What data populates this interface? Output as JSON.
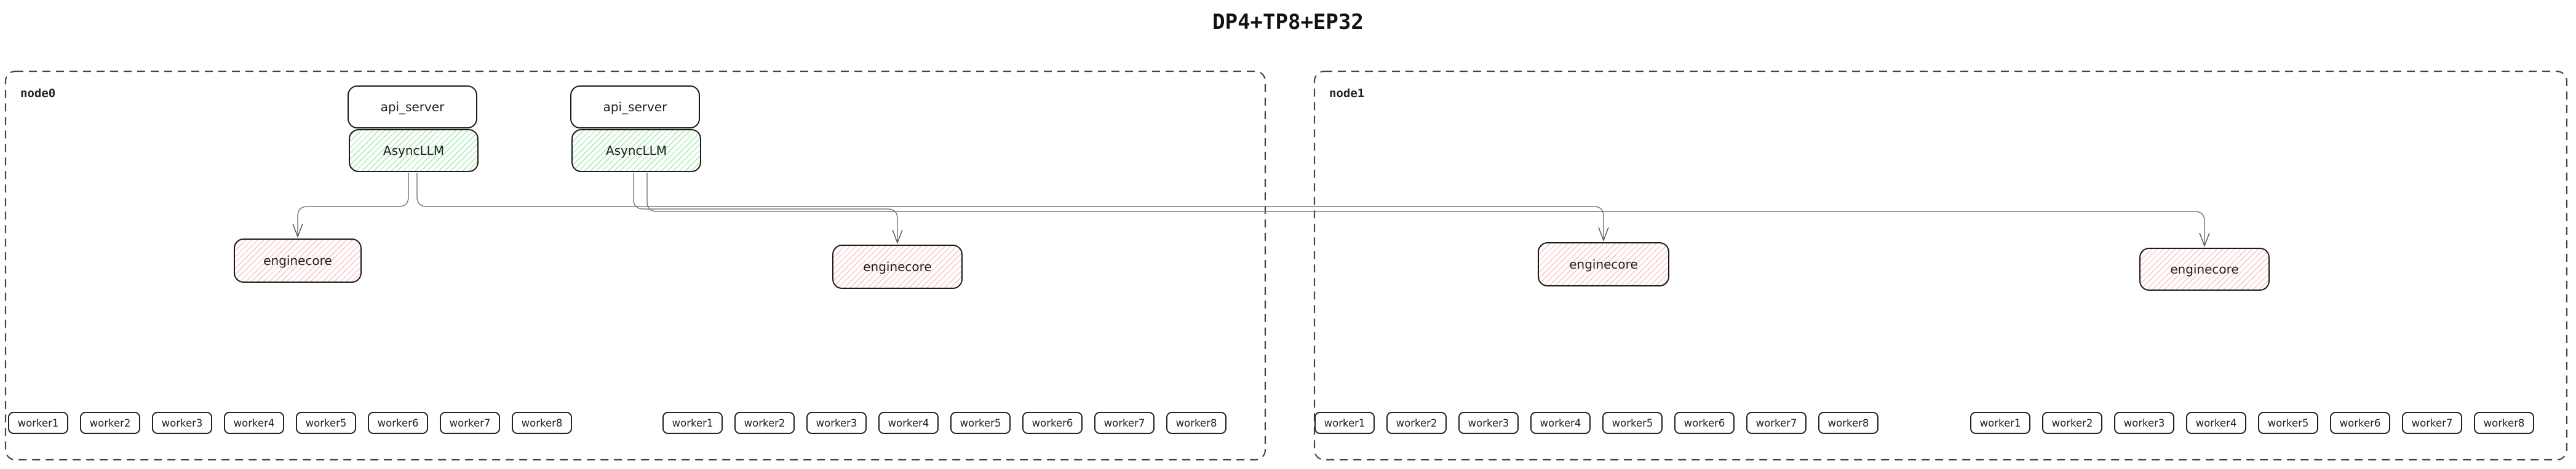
{
  "title": "DP4+TP8+EP32",
  "colors": {
    "background": "#ffffff",
    "box_border": "#1a1a1a",
    "node_dashed_border": "#444444",
    "asyncllm_hatch_green": "#a6e7b0",
    "enginecore_hatch_red": "#f6c5c2",
    "connector_line": "#7a7a7a",
    "text": "#1f1f1f"
  },
  "nodes": [
    {
      "label": "node0",
      "stacks": [
        {
          "api_server": "api_server",
          "async_llm": "AsyncLLM"
        },
        {
          "api_server": "api_server",
          "async_llm": "AsyncLLM"
        }
      ],
      "enginecores": [
        "enginecore",
        "enginecore"
      ],
      "worker_groups": [
        [
          "worker1",
          "worker2",
          "worker3",
          "worker4",
          "worker5",
          "worker6",
          "worker7",
          "worker8"
        ],
        [
          "worker1",
          "worker2",
          "worker3",
          "worker4",
          "worker5",
          "worker6",
          "worker7",
          "worker8"
        ]
      ]
    },
    {
      "label": "node1",
      "enginecores": [
        "enginecore",
        "enginecore"
      ],
      "worker_groups": [
        [
          "worker1",
          "worker2",
          "worker3",
          "worker4",
          "worker5",
          "worker6",
          "worker7",
          "worker8"
        ],
        [
          "worker1",
          "worker2",
          "worker3",
          "worker4",
          "worker5",
          "worker6",
          "worker7",
          "worker8"
        ]
      ]
    }
  ]
}
